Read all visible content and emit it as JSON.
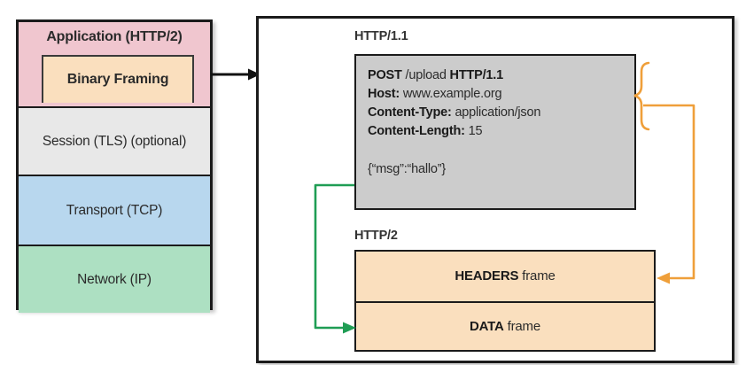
{
  "colors": {
    "application_layer": "#f0c6cf",
    "binary_framing": "#fadfbe",
    "session_layer": "#e8e8e8",
    "transport_layer": "#b8d7ee",
    "network_layer": "#ade0c2",
    "http11_box": "#cccccc",
    "http2_frame": "#fadfbe",
    "headers_connector": "#ef9f3a",
    "data_connector": "#1f9d54",
    "outline": "#1b1b1b"
  },
  "stack": {
    "layers": [
      {
        "label": "Application (HTTP/2)",
        "sublabel": "Binary Framing"
      },
      {
        "label": "Session (TLS) (optional)"
      },
      {
        "label": "Transport (TCP)"
      },
      {
        "label": "Network (IP)"
      }
    ]
  },
  "right_panel": {
    "http11": {
      "label": "HTTP/1.1",
      "request_line": {
        "method": "POST",
        "path": "/upload",
        "version": "HTTP/1.1"
      },
      "headers": [
        {
          "name": "Host:",
          "value": "www.example.org"
        },
        {
          "name": "Content-Type:",
          "value": "application/json"
        },
        {
          "name": "Content-Length:",
          "value": "15"
        }
      ],
      "body": "{“msg”:“hallo”}"
    },
    "http2": {
      "label": "HTTP/2",
      "frames": [
        {
          "name": "HEADERS",
          "suffix": "frame"
        },
        {
          "name": "DATA",
          "suffix": "frame"
        }
      ]
    }
  }
}
